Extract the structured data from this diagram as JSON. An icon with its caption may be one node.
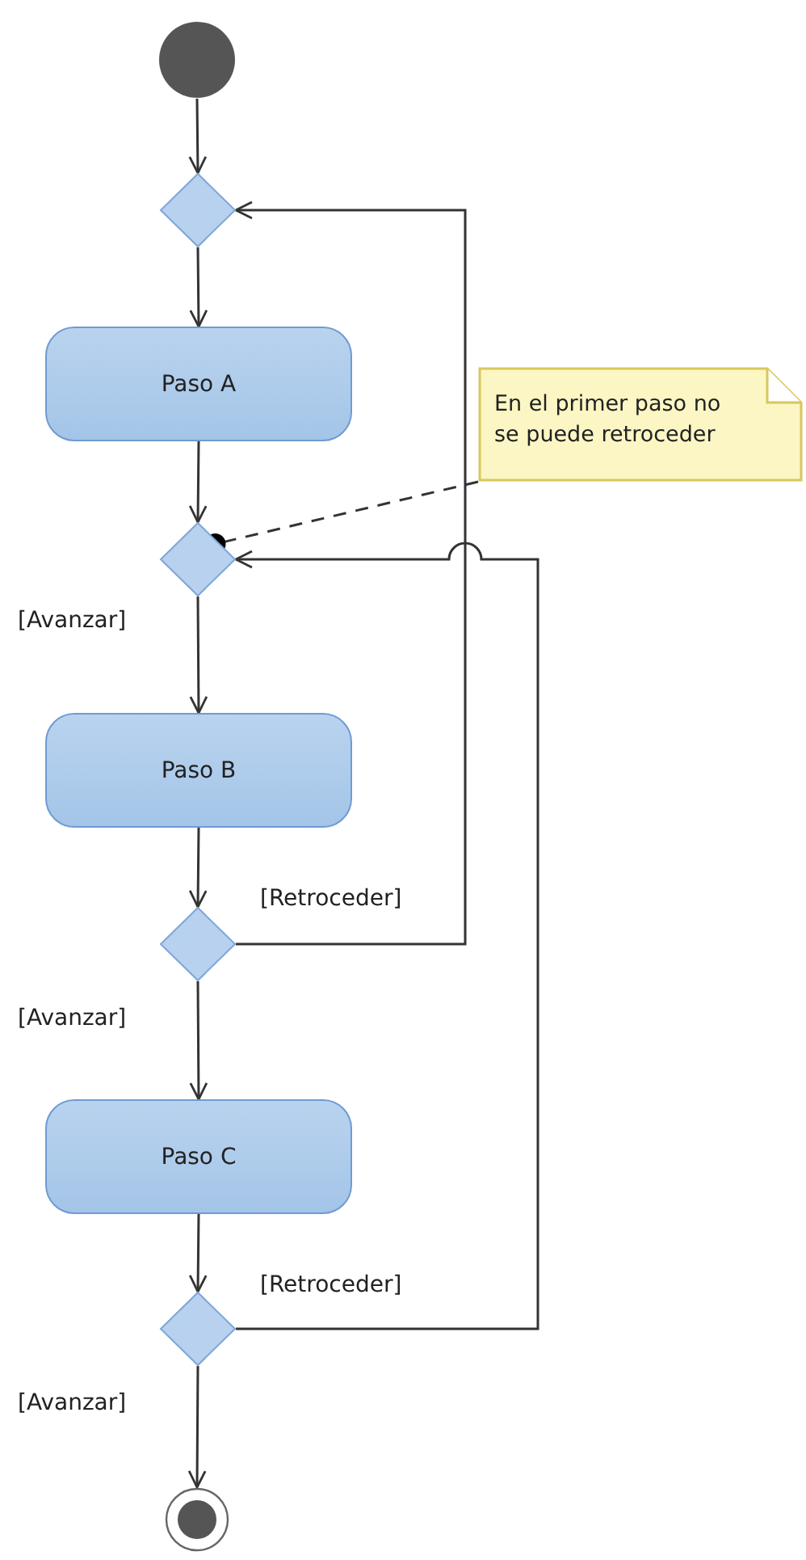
{
  "diagram": {
    "nodes": [
      {
        "text": [],
        "shape": "circle"
      },
      {
        "text": [],
        "shape": "diamond"
      },
      {
        "text": [
          "Paso A"
        ]
      },
      {
        "text": [
          "En el primer paso no se puede retroceder"
        ]
      },
      {
        "text": [],
        "shape": "diamond"
      },
      {
        "text": [
          "Paso B"
        ]
      },
      {
        "text": [],
        "shape": "diamond"
      },
      {
        "text": [
          "Paso C"
        ]
      },
      {
        "text": [],
        "shape": "diamond"
      },
      {
        "text": [],
        "shape": "circle"
      }
    ],
    "edges": [
      {
        "from": 0,
        "to": 1,
        "arrow": "to"
      },
      {
        "from": 1,
        "to": 2,
        "arrow": "to"
      },
      {
        "from": 2,
        "to": 4,
        "arrow": "to"
      },
      {
        "from": 4,
        "to": 5,
        "arrow": "to",
        "label": "[Avanzar]"
      },
      {
        "from": 5,
        "to": 6,
        "arrow": "to"
      },
      {
        "from": 6,
        "to": 7,
        "arrow": "to",
        "label": "[Avanzar]"
      },
      {
        "from": 6,
        "to": 1,
        "arrow": "to",
        "label": "[Retroceder]"
      },
      {
        "from": 7,
        "to": 8,
        "arrow": "to"
      },
      {
        "from": 8,
        "to": 9,
        "arrow": "to",
        "label": "[Avanzar]"
      },
      {
        "from": 8,
        "to": 4,
        "arrow": "to",
        "label": "[Retroceder]"
      },
      {
        "from": 3,
        "to": 4,
        "arrow": "other",
        "style": "dashed"
      }
    ]
  }
}
